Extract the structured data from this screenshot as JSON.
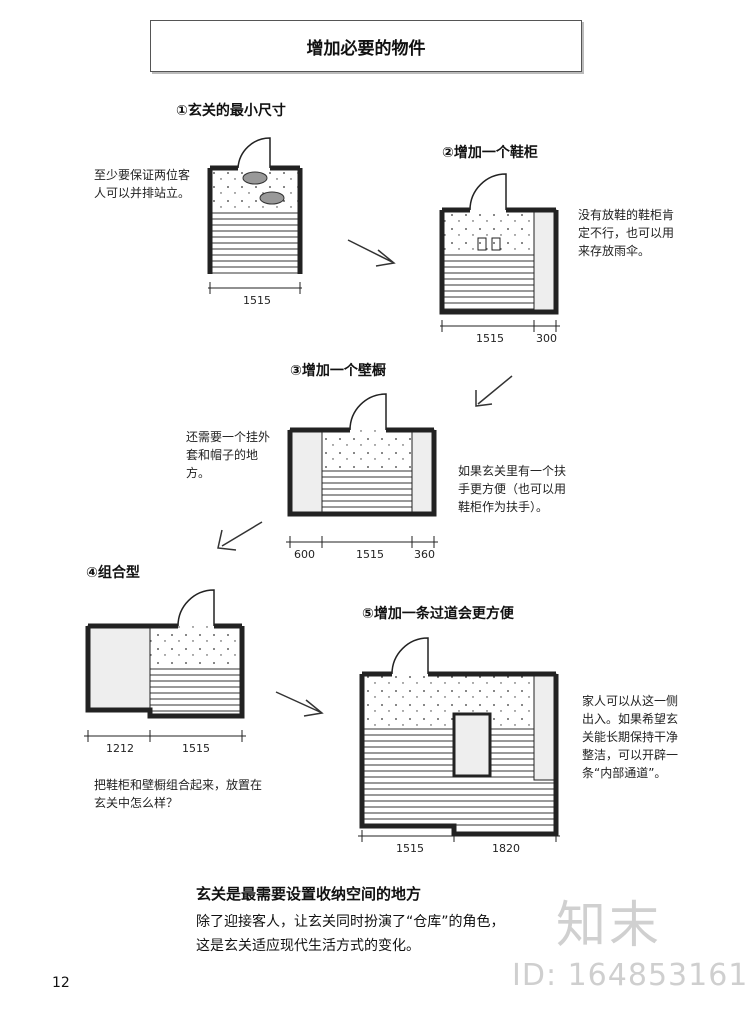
{
  "title": "增加必要的物件",
  "steps": {
    "s1": {
      "heading": "①玄关的最小尺寸",
      "note": "至少要保证两位客人可以并排站立。",
      "dims": [
        "1515"
      ]
    },
    "s2": {
      "heading": "②增加一个鞋柜",
      "note": "没有放鞋的鞋柜肯定不行，也可以用来存放雨伞。",
      "dims": [
        "1515",
        "300"
      ]
    },
    "s3": {
      "heading": "③增加一个壁橱",
      "note_left": "还需要一个挂外套和帽子的地方。",
      "note_right": "如果玄关里有一个扶手更方便（也可以用鞋柜作为扶手）。",
      "dims": [
        "600",
        "1515",
        "360"
      ]
    },
    "s4": {
      "heading": "④组合型",
      "note": "把鞋柜和壁橱组合起来，放置在玄关中怎么样？",
      "dims": [
        "1212",
        "1515"
      ]
    },
    "s5": {
      "heading": "⑤增加一条过道会更方便",
      "note": "家人可以从这一侧出入。如果希望玄关能长期保持干净整洁，可以开辟一条“内部通道”。",
      "dims": [
        "1515",
        "1820"
      ]
    }
  },
  "summary": {
    "heading": "玄关是最需要设置收纳空间的地方",
    "line1": "除了迎接客人，让玄关同时扮演了“仓库”的角色，",
    "line2": "这是玄关适应现代生活方式的变化。"
  },
  "page_number": "12",
  "watermark": {
    "logo": "知末",
    "id": "ID: 164853161"
  }
}
